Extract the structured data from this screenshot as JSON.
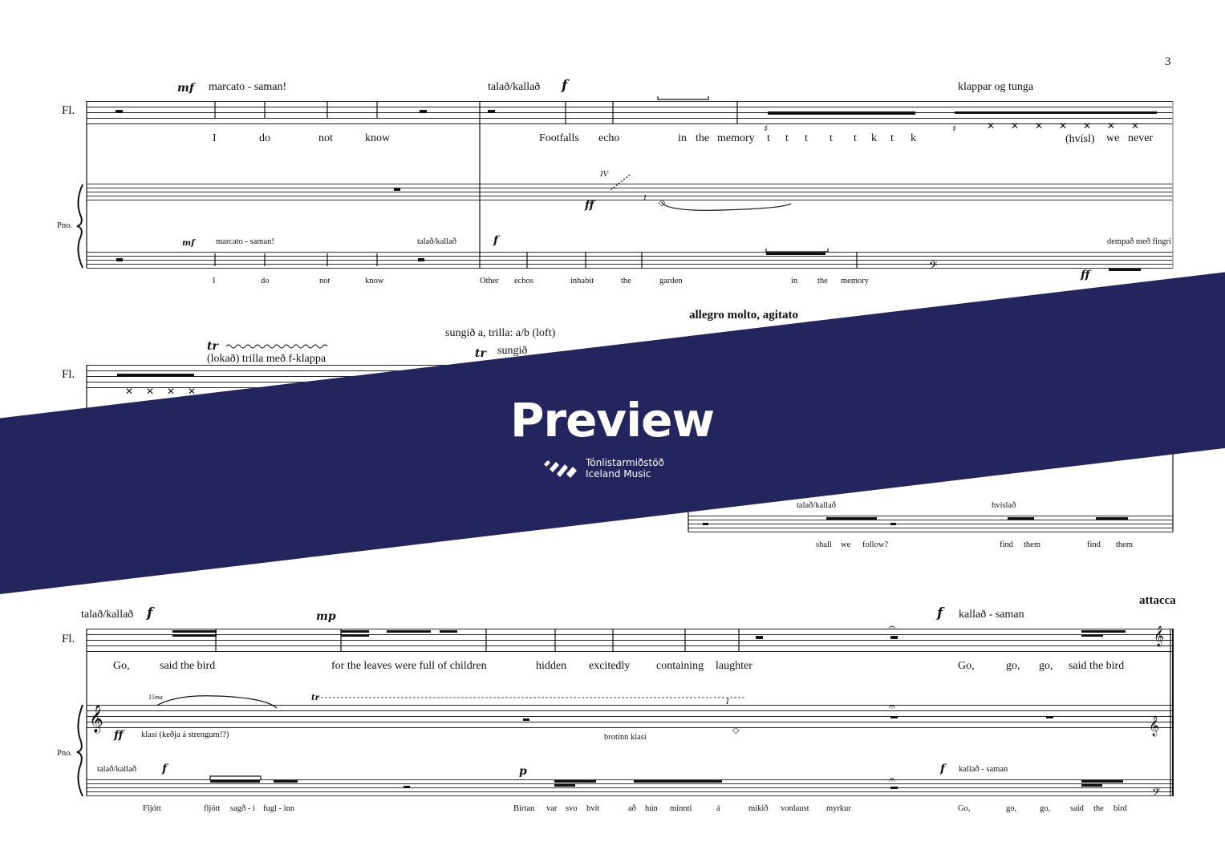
{
  "page_number": "3",
  "instruments": {
    "flute": "Fl.",
    "piano": "Pno."
  },
  "system1": {
    "flute": {
      "dyn_mf": "mf",
      "marcato": "marcato - saman!",
      "talad": "talað/kallað",
      "dyn_f": "f",
      "klappar": "klappar og tunga",
      "lyrics": [
        "I",
        "do",
        "not",
        "know",
        "Footfalls",
        "echo",
        "in",
        "the",
        "memory",
        "t",
        "t",
        "t",
        "t",
        "t",
        "k",
        "t",
        "k",
        "(hvísl)",
        "we",
        "never"
      ]
    },
    "piano_upper": {
      "iv": "IV",
      "dyn_ff": "ff",
      "i": "I"
    },
    "piano_lower": {
      "dyn_mf": "mf",
      "marcato": "marcato - saman!",
      "talad": "talað/kallað",
      "dyn_f": "f",
      "dempad": "dempað með fingri",
      "dyn_ff": "ff",
      "lyrics": [
        "I",
        "do",
        "not",
        "know",
        "Other",
        "echos",
        "inhabit",
        "the",
        "garden",
        "in",
        "the",
        "memory"
      ]
    }
  },
  "system2": {
    "tempo": "allegro molto, agitato",
    "sungid_trilla": "sungið a, trilla: a/b (loft)",
    "trill": "tr",
    "lokad": "(lokað) trilla með f-klappa",
    "sungid": "sungið",
    "piano_lower": {
      "talad": "talað/kallað",
      "hvislad": "hvíslað",
      "lyrics": [
        "shall",
        "we",
        "follow?",
        "find",
        "them",
        "find",
        "them"
      ]
    }
  },
  "system3": {
    "attacca": "attacca",
    "flute": {
      "talad": "talað/kallað",
      "dyn_f": "f",
      "dyn_mp": "mp",
      "dyn_f2": "f",
      "kallad": "kallað - saman",
      "lyrics": [
        "Go,",
        "said the bird",
        "for the leaves were full of children",
        "hidden",
        "excitedly",
        "containing",
        "laughter",
        "Go,",
        "go,",
        "go,",
        "said the bird"
      ]
    },
    "piano_upper": {
      "ottava": "15ma",
      "trill": "tr",
      "i": "I",
      "dyn_ff": "ff",
      "klasi": "klasi (keðja á strengum!?)",
      "brotinn": "brotinn klasi"
    },
    "piano_lower": {
      "talad": "talað/kallað",
      "dyn_f": "f",
      "dyn_p": "p",
      "dyn_f2": "f",
      "kallad": "kallað - saman",
      "lyrics": [
        "Fljótt",
        "fljótt",
        "sagð - i",
        "fugl - inn",
        "Birtan",
        "var",
        "svo",
        "hvít",
        "að",
        "hún",
        "minnti",
        "á",
        "mikið",
        "vonlaust",
        "myrkur",
        "Go,",
        "go,",
        "go,",
        "said",
        "the",
        "bird"
      ]
    }
  },
  "watermark": {
    "label": "Preview",
    "org_line1": "Tónlistarmiðstöð",
    "org_line2": "Iceland Music",
    "color": "#23265e"
  }
}
